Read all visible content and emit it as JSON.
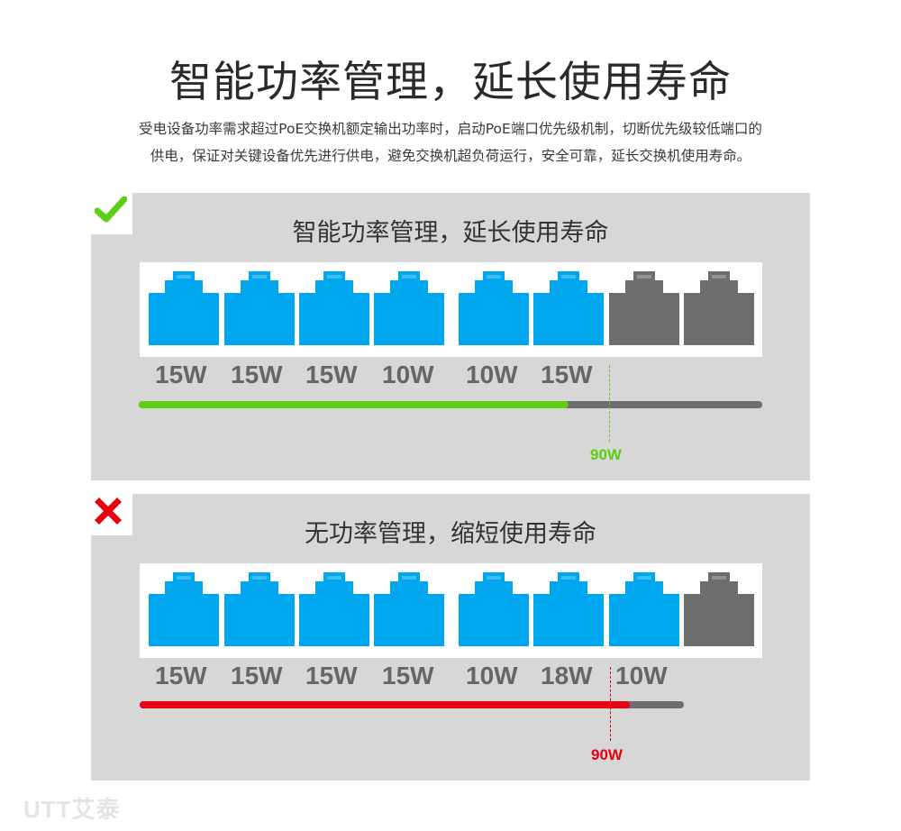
{
  "title": "智能功率管理，延长使用寿命",
  "description_lines": [
    "受电设备功率需求超过PoE交换机额定输出功率时，启动PoE端口优先级机制，切断优先级较低端口的",
    "供电，保证对关键设备优先进行供电，避免交换机超负荷运行，安全可靠，延长交换机使用寿命。"
  ],
  "colors": {
    "port_active": "#00a6ee",
    "port_inactive": "#6d6d6d",
    "good_accent": "#5ccf13",
    "bad_accent": "#e50012",
    "bar_track": "#6d6d6d"
  },
  "panels": {
    "good": {
      "badge_icon": "check-icon",
      "heading": "智能功率管理，延长使用寿命",
      "ports": [
        "active",
        "active",
        "active",
        "active",
        "active",
        "active",
        "inactive",
        "inactive"
      ],
      "port_labels": [
        "15W",
        "15W",
        "15W",
        "10W",
        "10W",
        "15W"
      ],
      "budget_label": "90W",
      "used_fraction": 0.69
    },
    "bad": {
      "badge_icon": "cross-icon",
      "heading": "无功率管理，缩短使用寿命",
      "ports": [
        "active",
        "active",
        "active",
        "active",
        "active",
        "active",
        "active",
        "inactive"
      ],
      "port_labels": [
        "15W",
        "15W",
        "15W",
        "15W",
        "10W",
        "18W",
        "10W"
      ],
      "budget_label": "90W",
      "used_fraction": 0.9
    }
  },
  "brand": "UTT艾泰"
}
